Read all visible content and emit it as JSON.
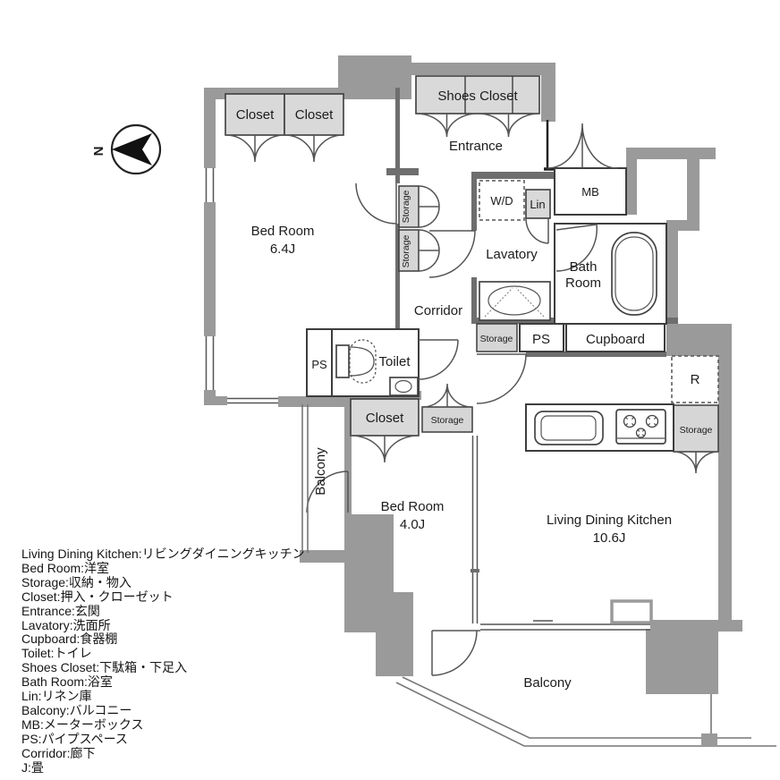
{
  "compass": {
    "north_label": "N"
  },
  "rooms": {
    "closet1": {
      "label": "Closet"
    },
    "closet2": {
      "label": "Closet"
    },
    "shoes_closet": {
      "label": "Shoes Closet"
    },
    "entrance": {
      "label": "Entrance"
    },
    "bedroom1": {
      "label": "Bed Room",
      "size": "6.4J"
    },
    "wd": {
      "label": "W/D"
    },
    "lin": {
      "label": "Lin"
    },
    "mb": {
      "label": "MB"
    },
    "lavatory": {
      "label": "Lavatory"
    },
    "bath_room": {
      "label_line1": "Bath",
      "label_line2": "Room"
    },
    "corridor": {
      "label": "Corridor"
    },
    "storage_hall_upper": {
      "label": "Storage"
    },
    "storage_hall_lower": {
      "label": "Storage"
    },
    "storage_corridor": {
      "label": "Storage"
    },
    "ps_corridor": {
      "label": "PS"
    },
    "cupboard": {
      "label": "Cupboard"
    },
    "ps_toilet": {
      "label": "PS"
    },
    "toilet": {
      "label": "Toilet"
    },
    "closet_bedroom2": {
      "label": "Closet"
    },
    "storage_bedroom2": {
      "label": "Storage"
    },
    "bedroom2": {
      "label": "Bed Room",
      "size": "4.0J"
    },
    "refrigerator": {
      "label": "R"
    },
    "storage_ldk": {
      "label": "Storage"
    },
    "ldk": {
      "label": "Living Dining Kitchen",
      "size": "10.6J"
    },
    "balcony_side": {
      "label": "Balcony"
    },
    "balcony_main": {
      "label": "Balcony"
    }
  },
  "legend": {
    "lines": [
      "Living Dining Kitchen:リビングダイニングキッチン",
      "Bed Room:洋室",
      "Storage:収納・物入",
      "Closet:押入・クローゼット",
      "Entrance:玄関",
      "Lavatory:洗面所",
      "Cupboard:食器棚",
      "Toilet:トイレ",
      "Shoes Closet:下駄箱・下足入",
      "Bath Room:浴室",
      "Lin:リネン庫",
      "Balcony:バルコニー",
      "MB:メーターボックス",
      "PS:パイプスペース",
      "Corridor:廊下",
      "J:畳"
    ]
  },
  "colors": {
    "wall": "#9a9a9a",
    "closet_fill": "#d9d9d9",
    "storage_fill": "#d6d6d6",
    "outline": "#3d3d3d"
  }
}
